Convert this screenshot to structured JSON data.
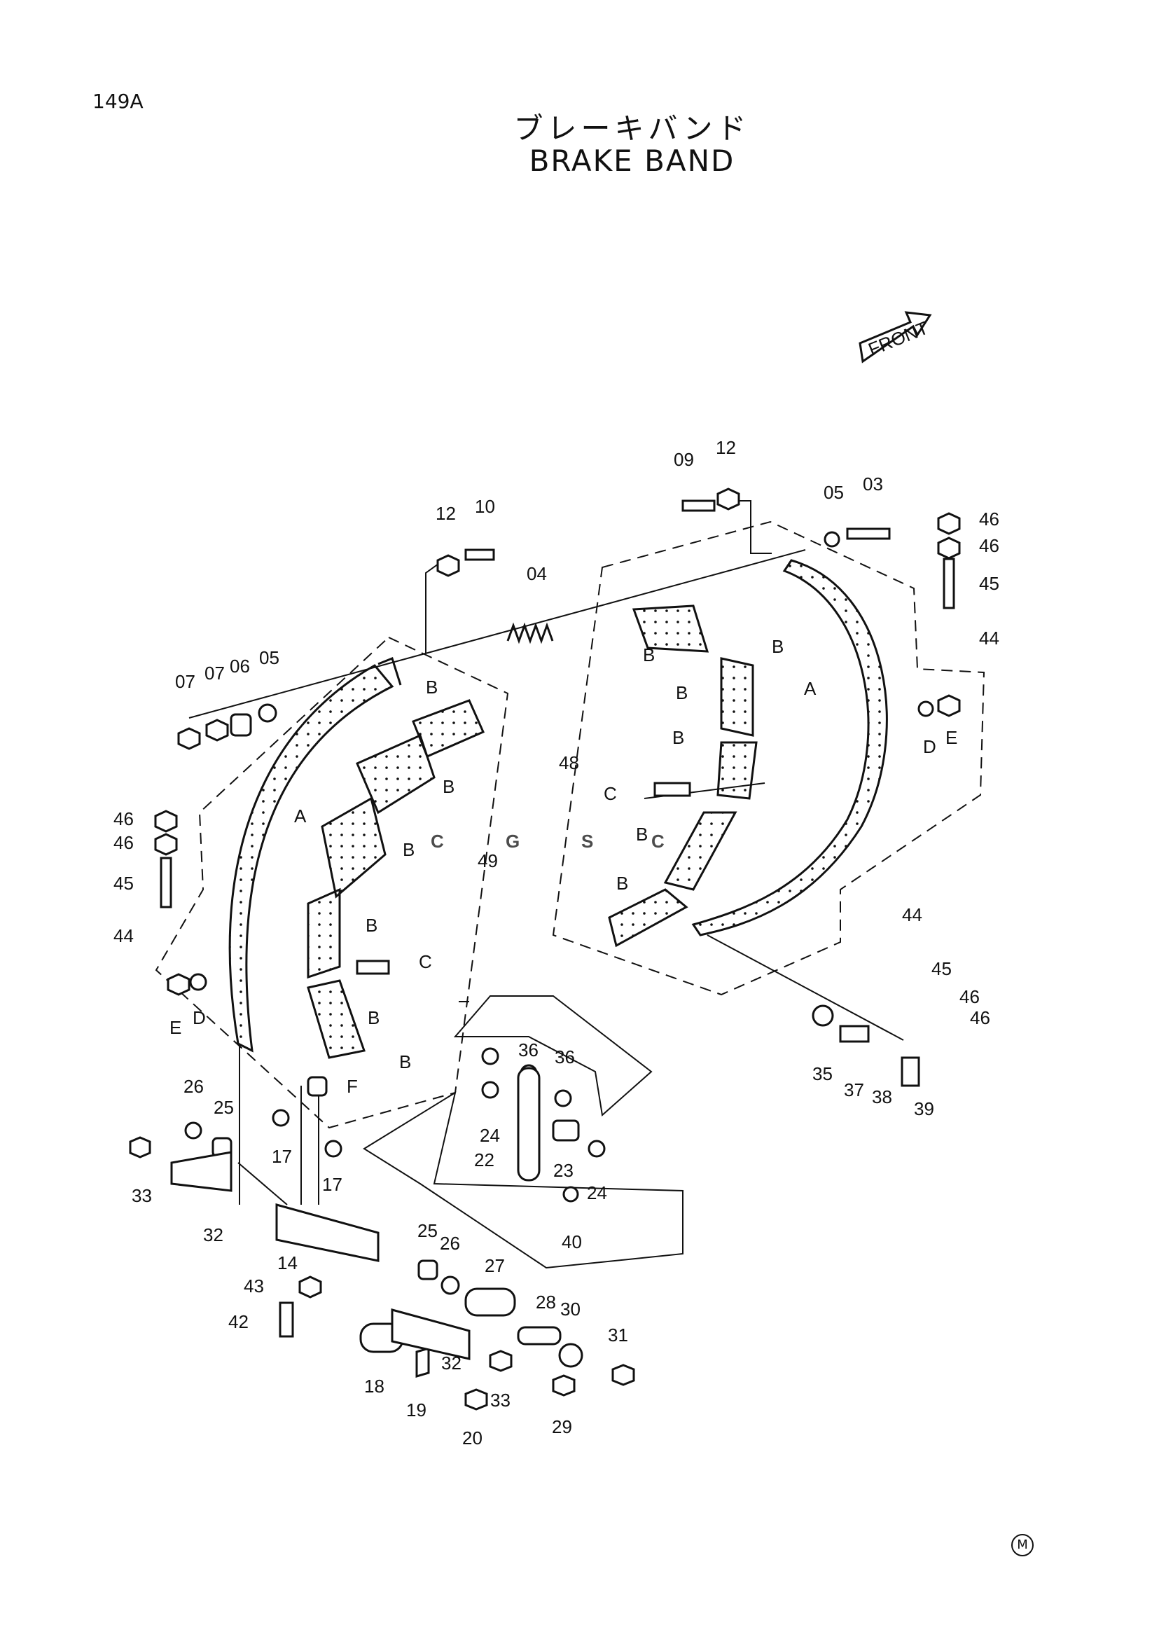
{
  "page_id": "149A",
  "title_jp": "ブレーキバンド",
  "title_en": "BRAKE BAND",
  "front_label": "FRONT",
  "corner_mark": "M",
  "watermark": {
    "letters": [
      "C",
      "G",
      "S",
      "C"
    ],
    "colors": [
      "#6fa0f2",
      "#f07070",
      "#f5cf60",
      "#6fc49a"
    ]
  },
  "callouts": [
    "149A",
    "12",
    "10",
    "04",
    "07",
    "07",
    "06",
    "05",
    "09",
    "12",
    "05",
    "03",
    "46",
    "46",
    "45",
    "44",
    "B",
    "B",
    "A",
    "B",
    "B",
    "B",
    "B",
    "48",
    "C",
    "B",
    "D",
    "E",
    "B",
    "B",
    "A",
    "B",
    "49",
    "46",
    "46",
    "45",
    "44",
    "B",
    "C",
    "B",
    "E",
    "D",
    "B",
    "F",
    "44",
    "45",
    "46",
    "46",
    "36",
    "36",
    "24",
    "22",
    "23",
    "24",
    "40",
    "35",
    "37",
    "38",
    "39",
    "26",
    "25",
    "17",
    "17",
    "33",
    "32",
    "14",
    "43",
    "42",
    "25",
    "26",
    "27",
    "28",
    "30",
    "31",
    "18",
    "19",
    "20",
    "32",
    "33",
    "29"
  ]
}
